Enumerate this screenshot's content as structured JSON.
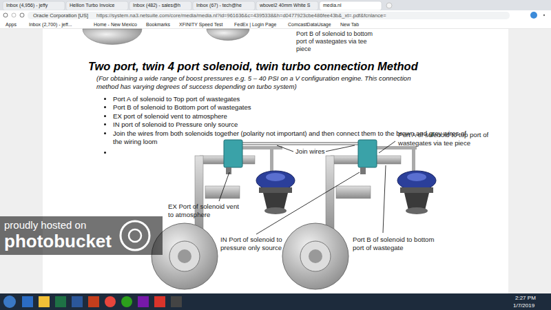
{
  "diagram": {
    "title": "Two port, twin 4 port solenoid, twin turbo connection Method",
    "caption": "(For obtaining a wide range of boost pressures e.g. 5 – 40 PSI on a V configuration engine. This connection method has varying degrees of success depending on turbo system)",
    "labels": [
      "Inbox (4,956) - jeffy",
      "Hellion Turbo Invoice",
      "Inbox (482) - sales@h",
      "Inbox (67) - tech@he",
      "wbovel2 40mm White S",
      "media.nl",
      "Oracle Corporation [US]",
      "https://system.na3.netsuite.com/core/media/media.nl?id=961636&c=4395338&h=d0477923cbe486fee43b&_xt=.pdf&fcnlance=",
      "Apps",
      "Inbox (2,700) - jeff...",
      "Home - New Mexico",
      "Bookmarks",
      "XFINITY Speed Test",
      "FedEx | Login Page",
      "ComcastDataUsage",
      "New Tab",
      "Port B of solenoid to bottom port of wastegates via tee piece",
      "Port A of solenoid to Top port of wastegates",
      "Port B of solenoid to Bottom port of wastegates",
      "EX port of solenoid vent to atmosphere",
      "IN port of solenoid to Pressure only source",
      "Join the wires from both solenoids together (polarity not important) and then connect them to the brown and grey wires of the wiring loom",
      "Join wires",
      "Port A of solenoid to top port of wastegates via tee piece",
      "EX Port of solenoid vent to atmosphere",
      "IN Port of solenoid to pressure only source",
      "Port B of solenoid to bottom port of wastegate",
      "proudly hosted on",
      "photobucket",
      "2:27 PM",
      "1/7/2019"
    ]
  }
}
